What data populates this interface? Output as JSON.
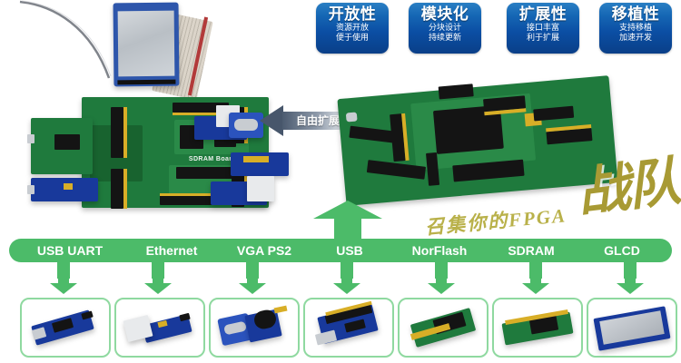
{
  "badges": [
    {
      "title": "开放性",
      "line1": "资源开放",
      "line2": "便于使用"
    },
    {
      "title": "模块化",
      "line1": "分块设计",
      "line2": "持续更新"
    },
    {
      "title": "扩展性",
      "line1": "接口丰富",
      "line2": "利于扩展"
    },
    {
      "title": "移植性",
      "line1": "支持移植",
      "line2": "加速开发"
    }
  ],
  "expand_arrow": {
    "label": "自由扩展"
  },
  "boards": {
    "sdram_board_silkscreen": "SDRAM Board"
  },
  "connectors": {
    "items": [
      {
        "label": "USB UART"
      },
      {
        "label": "Ethernet"
      },
      {
        "label": "VGA PS2"
      },
      {
        "label": "USB"
      },
      {
        "label": "NorFlash"
      },
      {
        "label": "SDRAM"
      },
      {
        "label": "GLCD"
      }
    ]
  },
  "watermark": {
    "small": "召集你的FPGA",
    "big": "战队"
  },
  "colors": {
    "green": "#4cbb69",
    "green_border": "#8fd9a0",
    "badge_blue_top": "#2a7fc4",
    "badge_blue_bottom": "#0a3f88",
    "grey_arrow": "#47566b",
    "gold": "#a89a34",
    "background": "#ffffff"
  }
}
